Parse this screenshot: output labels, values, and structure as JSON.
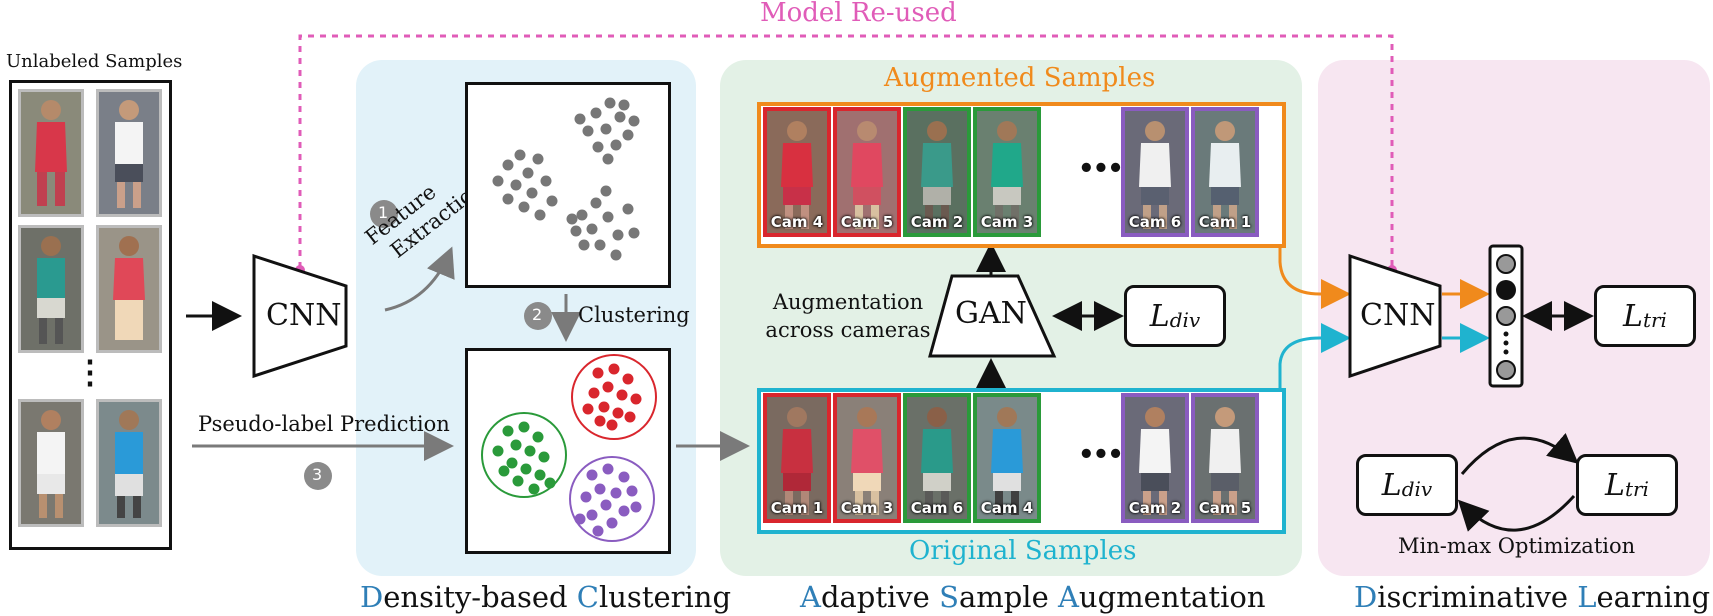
{
  "model_reused_label": "Model Re-used",
  "unlabeled": {
    "title": "Unlabeled Samples",
    "ellipsis": "⋮"
  },
  "cnn_left_label": "CNN",
  "cnn_right_label": "CNN",
  "step1": {
    "num": "1",
    "label_line1": "Feature",
    "label_line2": "Extraction"
  },
  "step2": {
    "num": "2",
    "label": "Clustering"
  },
  "step3": {
    "num": "3",
    "label": "Pseudo-label Prediction"
  },
  "sections": {
    "density": {
      "c1": "D",
      "t1": "ensity-based ",
      "c2": "C",
      "t2": "lustering"
    },
    "adaptive": {
      "c1": "A",
      "t1": "daptive ",
      "c2": "S",
      "t2": "ample ",
      "c3": "A",
      "t3": "ugmentation"
    },
    "discriminative": {
      "c1": "D",
      "t1": "iscriminative ",
      "c2": "L",
      "t2": "earning"
    }
  },
  "augmented": {
    "title": "Augmented Samples",
    "cams": [
      "Cam 4",
      "Cam 5",
      "Cam 2",
      "Cam 3",
      "Cam 6",
      "Cam 1"
    ],
    "dots": "•••"
  },
  "original": {
    "title": "Original Samples",
    "cams": [
      "Cam 1",
      "Cam 3",
      "Cam 6",
      "Cam 4",
      "Cam 2",
      "Cam 5"
    ],
    "dots": "•••"
  },
  "gan_label": "GAN",
  "augmentation_text": {
    "line1": "Augmentation",
    "line2": "across cameras"
  },
  "losses": {
    "div_main": "div",
    "L": "L",
    "tri_main": "tri",
    "div_minmax": "div",
    "tri_minmax": "tri"
  },
  "minmax_label": "Min-max Optimization",
  "colors": {
    "pink": "#e05cb8",
    "orange": "#f08a1c",
    "cyan": "#1fb3cf",
    "red": "#d9262d",
    "green": "#2a9a3a",
    "purple": "#8a5cc0",
    "blue_panel": "#e2f2f9",
    "green_panel": "#e3f1e6",
    "pink_panel": "#f7e6f1",
    "accent_letter": "#2f7fb7",
    "gray_dot": "#777777"
  }
}
